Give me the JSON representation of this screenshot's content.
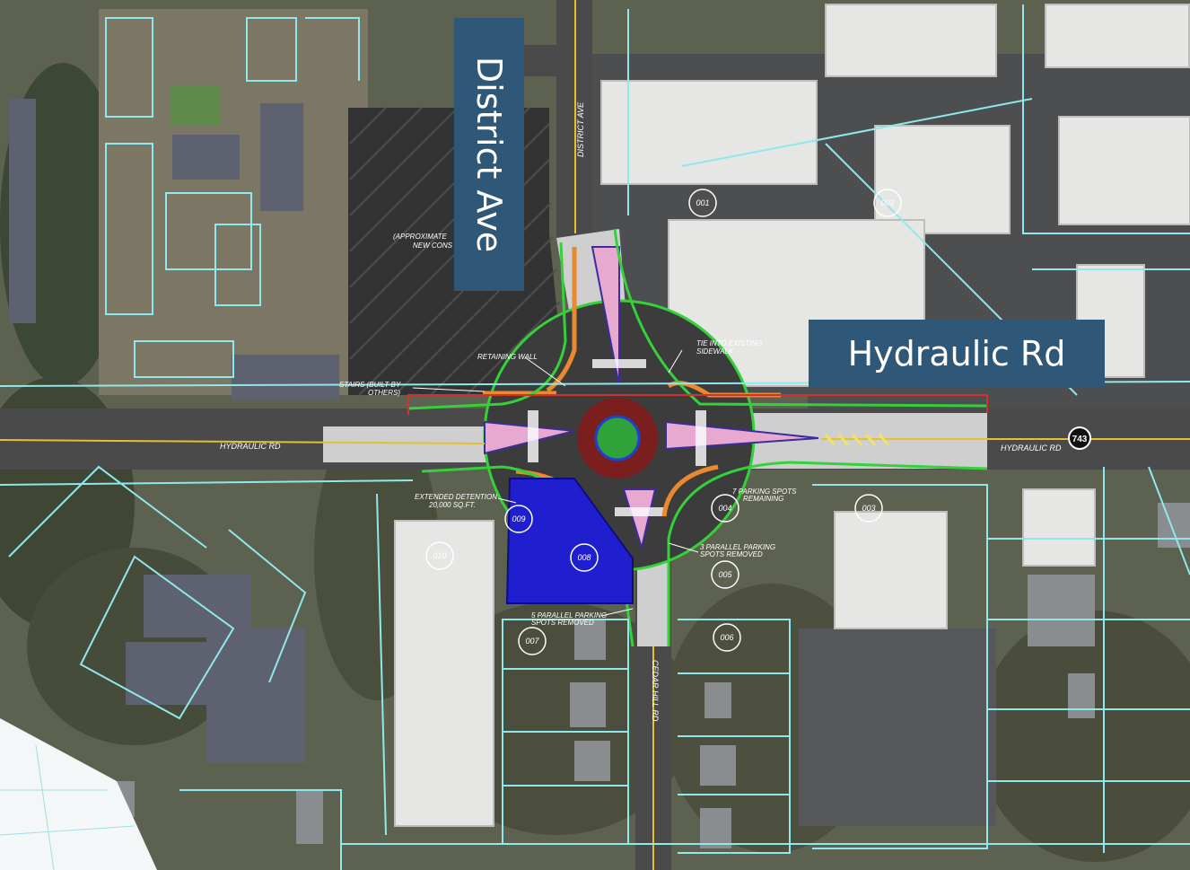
{
  "callouts": {
    "district": "District Ave",
    "hydraulic": "Hydraulic Rd"
  },
  "road_labels": {
    "hydraulic_west": "HYDRAULIC RD",
    "hydraulic_east": "HYDRAULIC RD",
    "district": "DISTRICT AVE",
    "cedar": "CEDAR HILL RD",
    "route": "743"
  },
  "annotations": {
    "approx_1": "(APPROXIMATE",
    "approx_2": "NEW CONS",
    "retaining_wall": "RETAINING WALL",
    "stairs_1": "STAIRS (BUILT BY",
    "stairs_2": "OTHERS)",
    "tie_1": "TIE INTO EXISTING",
    "tie_2": "SIDEWALK",
    "detention_1": "EXTENDED DETENTION",
    "detention_2": "20,000 SQ.FT.",
    "parking7_1": "7 PARKING SPOTS",
    "parking7_2": "REMAINING",
    "parking3_1": "3 PARALLEL PARKING",
    "parking3_2": "SPOTS REMOVED",
    "parking5_1": "5 PARALLEL PARKING",
    "parking5_2": "SPOTS REMOVED"
  },
  "parcels": [
    "001",
    "002",
    "003",
    "004",
    "005",
    "006",
    "007",
    "008",
    "009",
    "010"
  ],
  "colors": {
    "callout": "#2f5777",
    "detention": "#1f1fd0",
    "island": "#e7a9cf",
    "central_island": "#2fa33a",
    "truck_apron": "#7a1e1e",
    "parcel_lines": "#8ee8ec",
    "grading": "#35d13a",
    "sidewalk": "#e88a2d"
  }
}
